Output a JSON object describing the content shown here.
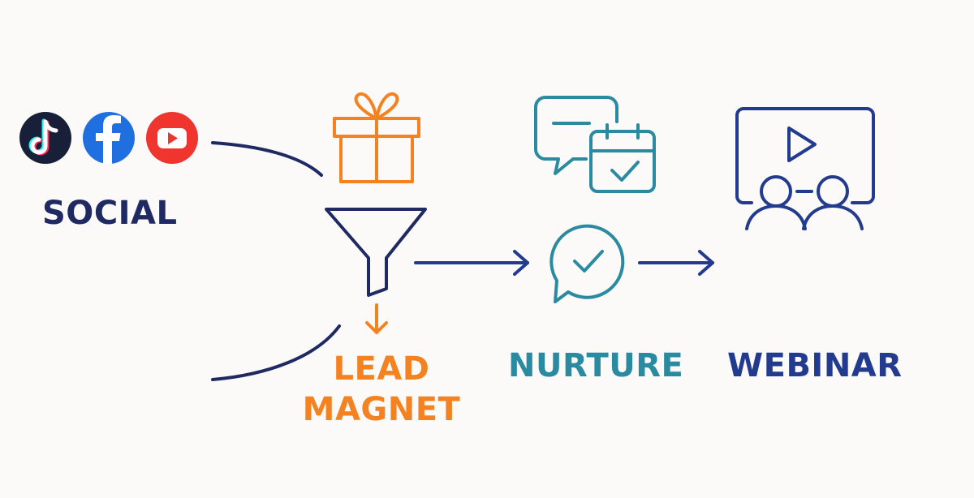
{
  "diagram": {
    "stages": {
      "social": {
        "label": "SOCIAL"
      },
      "lead_magnet": {
        "label_line1": "LEAD",
        "label_line2": "MAGNET"
      },
      "nurture": {
        "label": "NURTURE"
      },
      "webinar": {
        "label": "WEBINAR"
      }
    },
    "social_icons": [
      "tiktok-icon",
      "facebook-icon",
      "youtube-icon"
    ],
    "stage_icons": {
      "lead_magnet": [
        "gift-icon",
        "funnel-icon",
        "down-arrow-icon"
      ],
      "nurture": [
        "chat-bubbles-icon",
        "calendar-check-icon",
        "chat-check-icon"
      ],
      "webinar": [
        "video-screen-icon",
        "audience-icon"
      ]
    },
    "colors": {
      "navy": "#1f2a63",
      "blue": "#233b8f",
      "orange": "#f58220",
      "teal": "#2a8aa0",
      "tiktok": "#172038",
      "facebook": "#1f6fe0",
      "youtube": "#f0352e"
    }
  }
}
